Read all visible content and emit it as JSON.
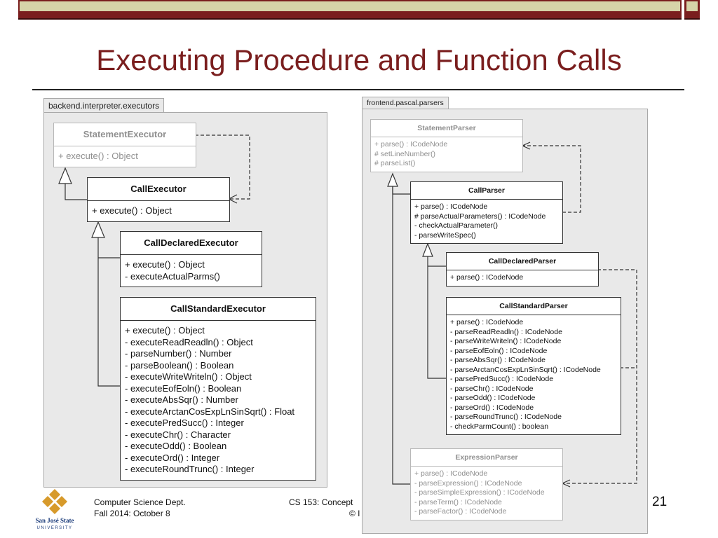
{
  "slide": {
    "title": "Executing Procedure and Function Calls",
    "page_number": "21"
  },
  "footer": {
    "dept": "Computer Science Dept.",
    "date": "Fall 2014: October 8",
    "course": "CS 153: Concept",
    "copyright": "© I"
  },
  "logo": {
    "name": "San José State",
    "sub": "UNIVERSITY"
  },
  "left_package": {
    "name": "backend.interpreter.executors",
    "classes": {
      "statement": {
        "name": "StatementExecutor",
        "members": [
          "+ execute() : Object"
        ]
      },
      "call": {
        "name": "CallExecutor",
        "members": [
          "+ execute() : Object"
        ]
      },
      "declared": {
        "name": "CallDeclaredExecutor",
        "members": [
          "+ execute() : Object",
          "-  executeActualParms()"
        ]
      },
      "standard": {
        "name": "CallStandardExecutor",
        "members": [
          "+ execute() : Object",
          "-  executeReadReadln() : Object",
          "-  parseNumber() : Number",
          "-  parseBoolean() : Boolean",
          "-  executeWriteWriteln() : Object",
          "-  executeEofEoln() : Boolean",
          "-  executeAbsSqr() : Number",
          "-  executeArctanCosExpLnSinSqrt() : Float",
          "-  executePredSucc() : Integer",
          "-  executeChr() : Character",
          "-  executeOdd() : Boolean",
          "-  executeOrd() : Integer",
          "-  executeRoundTrunc() : Integer"
        ]
      }
    }
  },
  "right_package": {
    "name": "frontend.pascal.parsers",
    "classes": {
      "statement": {
        "name": "StatementParser",
        "members": [
          "+ parse() : ICodeNode",
          "# setLineNumber()",
          "# parseList()"
        ]
      },
      "call": {
        "name": "CallParser",
        "members": [
          "+ parse() : ICodeNode",
          "# parseActualParameters() : ICodeNode",
          "-  checkActualParameter()",
          "-  parseWriteSpec()"
        ]
      },
      "declared": {
        "name": "CallDeclaredParser",
        "members": [
          "+ parse() : ICodeNode"
        ]
      },
      "standard": {
        "name": "CallStandardParser",
        "members": [
          "+ parse() : ICodeNode",
          "-  parseReadReadln() : ICodeNode",
          "-  parseWriteWriteln() : ICodeNode",
          "-  parseEofEoln() : ICodeNode",
          "-  parseAbsSqr() : ICodeNode",
          "-  parseArctanCosExpLnSinSqrt() : ICodeNode",
          "-  parsePredSucc() : ICodeNode",
          "-  parseChr() : ICodeNode",
          "-  parseOdd() : ICodeNode",
          "-  parseOrd() : ICodeNode",
          "-  parseRoundTrunc() : ICodeNode",
          "-  checkParmCount() : boolean"
        ]
      },
      "expression": {
        "name": "ExpressionParser",
        "members": [
          "+ parse() : ICodeNode",
          "-  parseExpression() : ICodeNode",
          "-  parseSimpleExpression() : ICodeNode",
          "-  parseTerm() : ICodeNode",
          "-  parseFactor() : ICodeNode"
        ]
      }
    }
  }
}
